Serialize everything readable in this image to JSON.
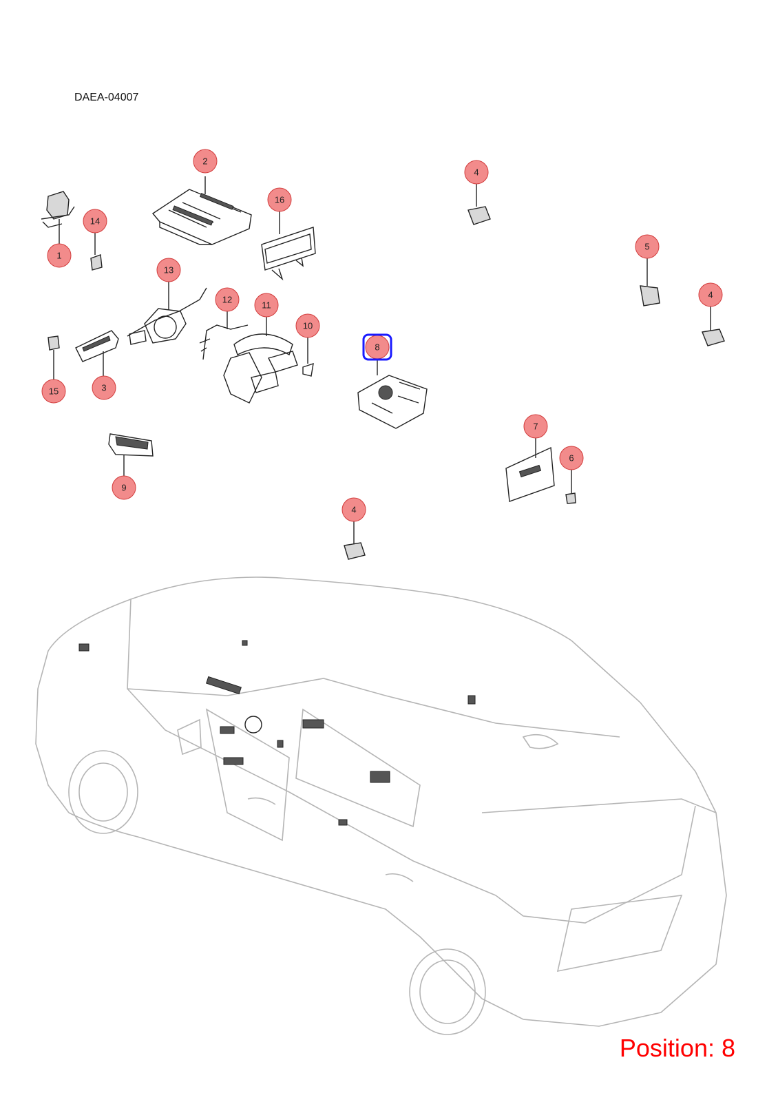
{
  "diagram_code": "DAEA-04007",
  "position_label": "Position: 8",
  "selected_callout": "8",
  "colors": {
    "callout_fill": "#f28b8b",
    "callout_stroke": "#d23c3c",
    "selected_border": "#1a1aff",
    "position_text": "#ff0000",
    "car_outline": "#b5b5b5"
  },
  "callouts": [
    {
      "id": "c1",
      "label": "1"
    },
    {
      "id": "c2",
      "label": "2"
    },
    {
      "id": "c3",
      "label": "3"
    },
    {
      "id": "c4a",
      "label": "4"
    },
    {
      "id": "c4b",
      "label": "4"
    },
    {
      "id": "c4c",
      "label": "4"
    },
    {
      "id": "c5",
      "label": "5"
    },
    {
      "id": "c6",
      "label": "6"
    },
    {
      "id": "c7",
      "label": "7"
    },
    {
      "id": "c8",
      "label": "8"
    },
    {
      "id": "c9",
      "label": "9"
    },
    {
      "id": "c10",
      "label": "10"
    },
    {
      "id": "c11",
      "label": "11"
    },
    {
      "id": "c12",
      "label": "12"
    },
    {
      "id": "c13",
      "label": "13"
    },
    {
      "id": "c14",
      "label": "14"
    },
    {
      "id": "c15",
      "label": "15"
    },
    {
      "id": "c16",
      "label": "16"
    }
  ]
}
